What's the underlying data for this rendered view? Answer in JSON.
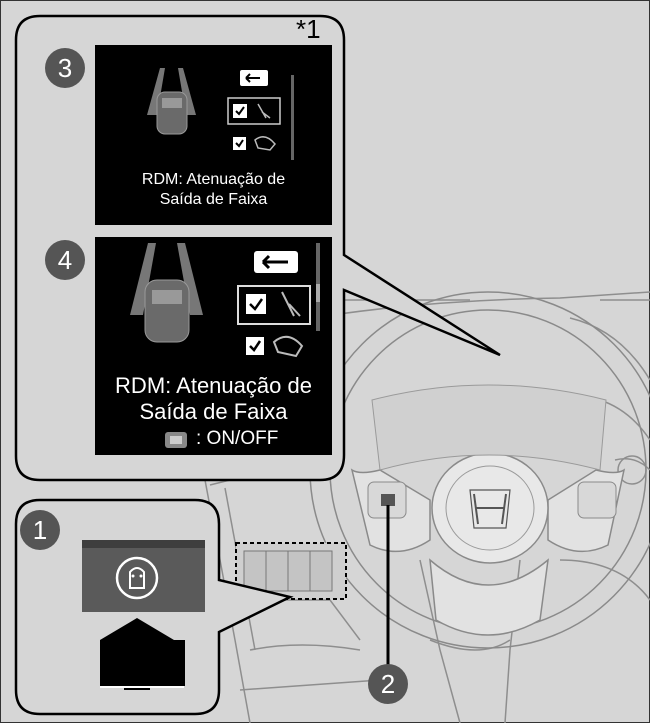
{
  "footnote": "*1",
  "callouts": [
    "1",
    "2",
    "3",
    "4"
  ],
  "screen_small": {
    "title_line1": "RDM: Atenuação de",
    "title_line2": "Saída de Faixa"
  },
  "screen_large": {
    "title_line1": "RDM: Atenuação de",
    "title_line2": "Saída de Faixa",
    "switch_text": ": ON/OFF"
  },
  "colors": {
    "background": "#d6d6d6",
    "screen": "#000000",
    "callout_badge": "#555555",
    "dashboard_line": "#9a9a9a"
  },
  "icons": [
    "back-arrow-icon",
    "checkbox-icon",
    "lane-departure-icon",
    "rdm-button-icon",
    "honda-logo-icon",
    "steering-switch-icon"
  ]
}
